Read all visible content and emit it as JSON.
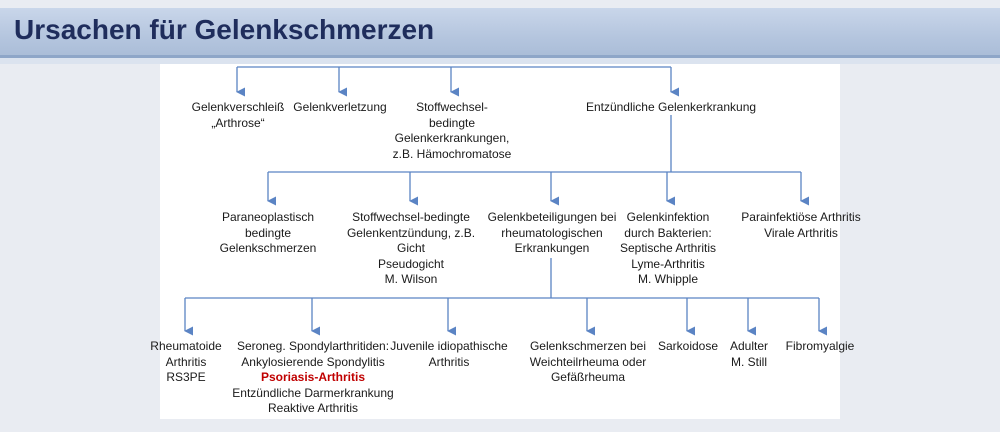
{
  "title": "Ursachen für Gelenkschmerzen",
  "colors": {
    "title_text": "#1f2d5c",
    "line": "#5b84c4",
    "highlight": "#c00000"
  },
  "level1": [
    {
      "id": "verschleiss",
      "text": "Gelenkverschleiß\n„Arthrose“"
    },
    {
      "id": "verletzung",
      "text": "Gelenkverletzung"
    },
    {
      "id": "stoffwechsel",
      "text": "Stoffwechsel-\nbedingte\nGelenkerkrankungen,\nz.B. Hämochromatose"
    },
    {
      "id": "entzuendlich",
      "text": "Entzündliche Gelenkerkrankung"
    }
  ],
  "level2": [
    {
      "id": "paraneoplastisch",
      "text": "Paraneoplastisch\nbedingte\nGelenkschmerzen"
    },
    {
      "id": "stoffwechsel-entz",
      "text": "Stoffwechsel-bedingte\nGelenkentzündung, z.B.\nGicht\nPseudogicht\nM. Wilson"
    },
    {
      "id": "gelenkbeteiligungen",
      "text": "Gelenkbeteiligungen bei\nrheumatologischen\nErkrankungen"
    },
    {
      "id": "gelenkinfektion",
      "text": "Gelenkinfektion\ndurch Bakterien:\nSeptische Arthritis\nLyme-Arthritis\nM. Whipple"
    },
    {
      "id": "parainfektioes",
      "text": "Parainfektiöse Arthritis\nVirale Arthritis"
    }
  ],
  "level3": [
    {
      "id": "rheumatoide",
      "text": "Rheumatoide\nArthritis\nRS3PE"
    },
    {
      "id": "seroneg",
      "lines": [
        {
          "text": "Seroneg. Spondylarthritiden:",
          "highlight": false
        },
        {
          "text": "Ankylosierende Spondylitis",
          "highlight": false
        },
        {
          "text": "Psoriasis-Arthritis",
          "highlight": true
        },
        {
          "text": "Entzündliche Darmerkrankung",
          "highlight": false
        },
        {
          "text": "Reaktive Arthritis",
          "highlight": false
        }
      ]
    },
    {
      "id": "juvenile",
      "text": "Juvenile idiopathische\nArthritis"
    },
    {
      "id": "weichteil",
      "text": "Gelenkschmerzen bei\nWeichteilrheuma oder\nGefäßrheuma"
    },
    {
      "id": "sarkoidose",
      "text": "Sarkoidose"
    },
    {
      "id": "still",
      "text": "Adulter\nM. Still"
    },
    {
      "id": "fibromyalgie",
      "text": "Fibromyalgie"
    }
  ]
}
